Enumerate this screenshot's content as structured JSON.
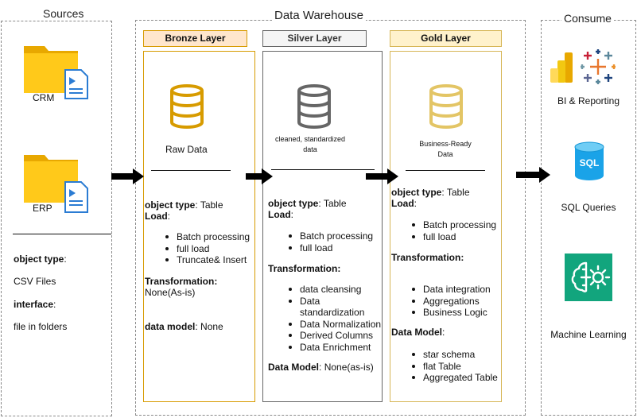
{
  "sources": {
    "title": "Sources",
    "crm_label": "CRM",
    "erp_label": "ERP",
    "object_type_label": "object type",
    "object_type_value": "CSV Files",
    "interface_label": "interface",
    "interface_value": "file in folders"
  },
  "warehouse": {
    "title": "Data Warehouse"
  },
  "bronze": {
    "header": "Bronze Layer",
    "caption": "Raw Data",
    "object_type_label": "object type",
    "object_type_value": "Table",
    "load_label": "Load",
    "load_items": [
      "Batch processing",
      "full load",
      "Truncate& Insert"
    ],
    "transformation_label": "Transformation:",
    "transformation_value": "None(As-is)",
    "data_model_label": "data model",
    "data_model_value": "None"
  },
  "silver": {
    "header": "Silver Layer",
    "caption_line1": "cleaned, standardized",
    "caption_line2": "data",
    "object_type_label": "object type",
    "object_type_value": "Table",
    "load_label": "Load",
    "load_items": [
      "Batch processing",
      "full load"
    ],
    "transformation_label": "Transformation:",
    "transformation_items": [
      "data cleansing",
      "Data",
      "standardization",
      "Data Normalization",
      "Derived Columns",
      "Data Enrichment"
    ],
    "data_model_label": "Data Model",
    "data_model_value": "None(as-is)"
  },
  "gold": {
    "header": "Gold Layer",
    "caption_line1": "Business-Ready",
    "caption_line2": "Data",
    "object_type_label": "object type",
    "object_type_value": "Table",
    "load_label": "Load",
    "load_items": [
      "Batch processing",
      "full load"
    ],
    "transformation_label": "Transformation:",
    "transformation_items": [
      "Data integration",
      "Aggregations",
      "Business Logic"
    ],
    "data_model_label": "Data Model",
    "data_model_items": [
      "star schema",
      "flat Table",
      "Aggregated Table"
    ]
  },
  "consume": {
    "title": "Consume",
    "bi_label": "BI & Reporting",
    "sql_label": "SQL Queries",
    "sql_icon_text": "SQL",
    "ml_label": "Machine Learning"
  },
  "colors": {
    "bronze_border": "#d79b00",
    "bronze_fill": "#ffe6cc",
    "silver_border": "#666666",
    "silver_fill": "#f5f5f5",
    "gold_border": "#d6b656",
    "gold_fill": "#fff2cc",
    "folder": "#ffc91a",
    "sql_blue": "#1aa3e8",
    "ml_green": "#12a57d"
  }
}
